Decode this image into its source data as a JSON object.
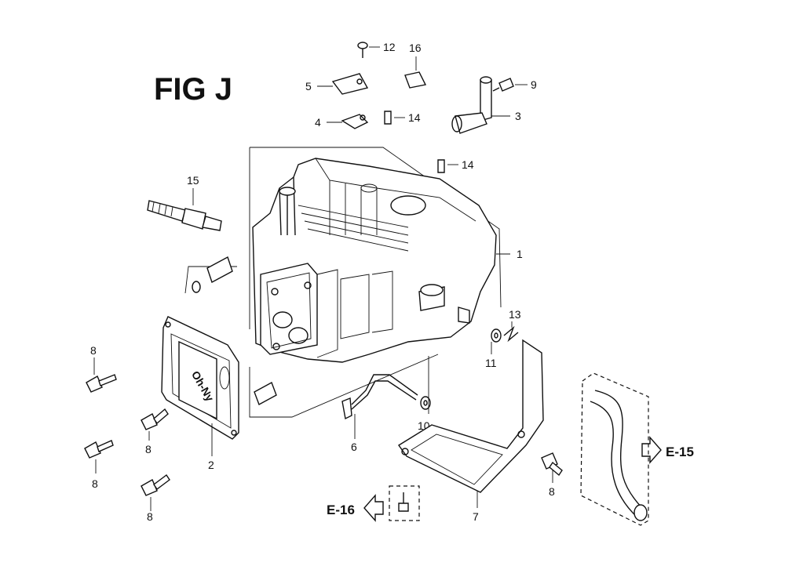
{
  "figure": {
    "title": "FIG J"
  },
  "parts": {
    "p1": "1",
    "p2": "2",
    "p3": "3",
    "p4": "4",
    "p5": "5",
    "p6": "6",
    "p7": "7",
    "p8a": "8",
    "p8b": "8",
    "p8c": "8",
    "p8d": "8",
    "p8e": "8",
    "p9": "9",
    "p10": "10",
    "p11": "11",
    "p12": "12",
    "p13": "13",
    "p14a": "14",
    "p14b": "14",
    "p15": "15",
    "p16": "16"
  },
  "cover_logo": "Oh-Ny",
  "refs": {
    "e15": "E-15",
    "e16": "E-16"
  }
}
